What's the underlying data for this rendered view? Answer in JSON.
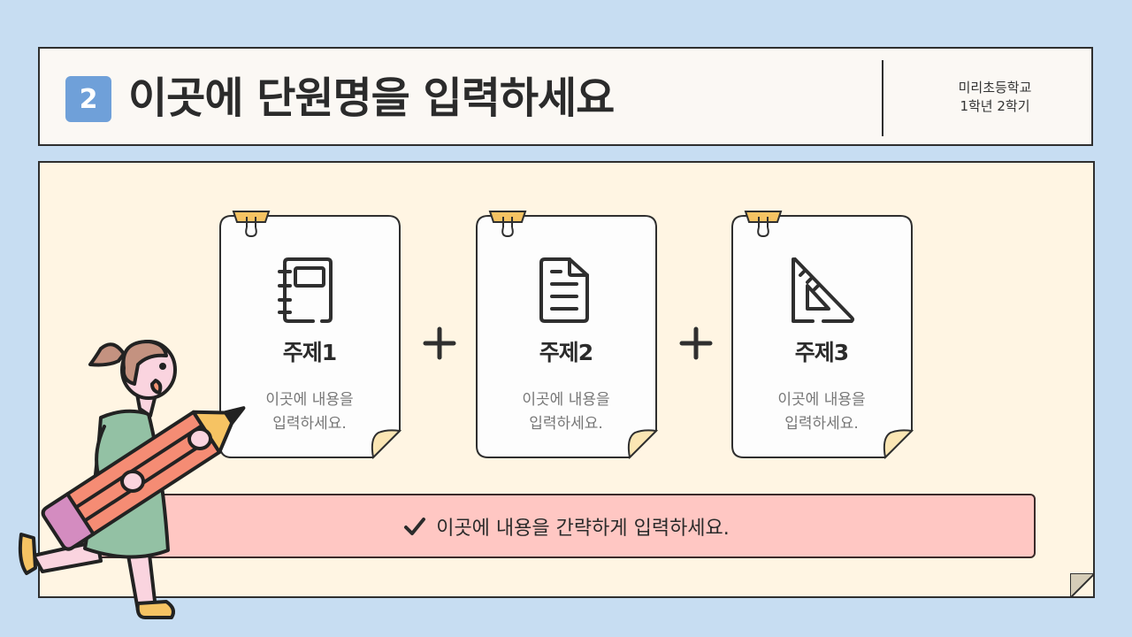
{
  "header": {
    "unit_number": "2",
    "title": "이곳에 단원명을 입력하세요",
    "school_line1": "미리초등학교",
    "school_line2": "1학년 2학기"
  },
  "cards": [
    {
      "icon": "notebook-icon",
      "title": "주제1",
      "desc_line1": "이곳에 내용을",
      "desc_line2": "입력하세요."
    },
    {
      "icon": "document-icon",
      "title": "주제2",
      "desc_line1": "이곳에 내용을",
      "desc_line2": "입력하세요."
    },
    {
      "icon": "triangle-ruler-icon",
      "title": "주제3",
      "desc_line1": "이곳에 내용을",
      "desc_line2": "입력하세요."
    }
  ],
  "summary": {
    "icon": "checkmark-icon",
    "text": "이곳에 내용을 간략하게 입력하세요."
  },
  "colors": {
    "background": "#c7ddf2",
    "header_bg": "#fbf8f4",
    "board_bg": "#fff5e3",
    "badge": "#6fa0d9",
    "clip": "#f6c363",
    "summary_bg": "#ffc7c3",
    "outline": "#2f2f2f"
  }
}
